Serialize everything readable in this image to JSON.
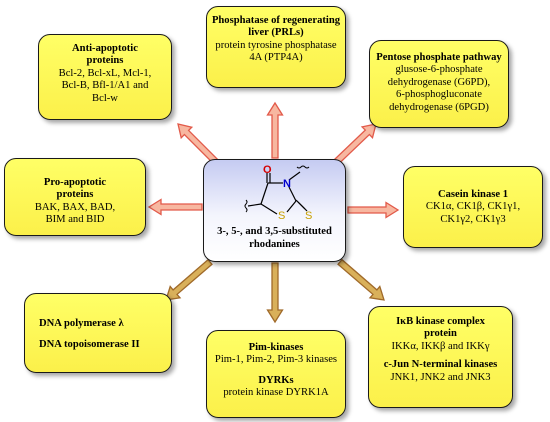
{
  "center": {
    "line1": "3-, 5-, and 3,5-substituted",
    "line2": "rhodanines",
    "molecule": {
      "o_label": "O",
      "n_label": "N",
      "s_ring_label": "S",
      "s_exo_label": "S"
    }
  },
  "boxes": {
    "prl": {
      "title1": "Phosphatase of regenerating",
      "title2": "liver (PRLs)",
      "line1": "protein tyrosine phosphatase",
      "line2": "4A (PTP4A)"
    },
    "anti": {
      "title1": "Anti-apoptotic",
      "title2": "proteins",
      "line1": "Bcl-2, Bcl-xL, Mcl-1,",
      "line2": "Bcl-B, Bfl-1/A1 and",
      "line3": "Bcl-w"
    },
    "pentose": {
      "title": "Pentose phosphate pathway",
      "line1": "glusose-6-phosphate",
      "line2": "dehydrogenase (G6PD),",
      "line3": "6-phosphogluconate",
      "line4": "dehydrogenase (6PGD)"
    },
    "pro": {
      "title1": "Pro-apoptotic",
      "title2": "proteins",
      "line1": "BAK, BAX, BAD,",
      "line2": "BIM and BID"
    },
    "casein": {
      "title": "Casein kinase 1",
      "line1": "CK1α, CK1β, CK1γ1,",
      "line2": "CK1γ2, CK1γ3"
    },
    "dna": {
      "line1": "DNA polymerase λ",
      "line2": "DNA topoisomerase II"
    },
    "pim": {
      "title": "Pim-kinases",
      "line1": "Pim-1, Pim-2, Pim-3 kinases",
      "title2": "DYRKs",
      "line2": "protein kinase DYRK1A"
    },
    "ikb": {
      "title1": "IκB kinase complex",
      "title2": "protein",
      "line1": "IKKα, IKKβ and IKKγ",
      "title3": "c-Jun N-terminal kinases",
      "line2": "JNK1, JNK2 and JNK3"
    }
  },
  "colors": {
    "box_fill": "#ffff66",
    "center_fill": "#c5cbf2",
    "arrow_red_fill": "#f7b7a0",
    "arrow_red_stroke": "#e25a4a",
    "arrow_brown_fill": "#d9b05a",
    "arrow_brown_stroke": "#a06a2a",
    "molecule_o": "#d40000",
    "molecule_n": "#0000cc",
    "molecule_s": "#c8a000"
  }
}
